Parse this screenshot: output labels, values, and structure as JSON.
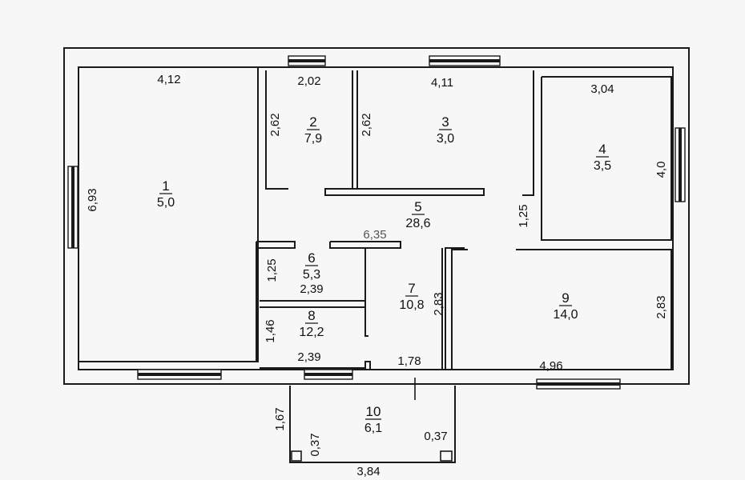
{
  "rooms": [
    {
      "id": "1",
      "area": "5,0"
    },
    {
      "id": "2",
      "area": "7,9"
    },
    {
      "id": "3",
      "area": "3,0"
    },
    {
      "id": "4",
      "area": "3,5"
    },
    {
      "id": "5",
      "area": "28,6"
    },
    {
      "id": "6",
      "area": "5,3"
    },
    {
      "id": "7",
      "area": "10,8"
    },
    {
      "id": "8",
      "area": "12,2"
    },
    {
      "id": "9",
      "area": "14,0"
    },
    {
      "id": "10",
      "area": "6,1"
    }
  ],
  "dimensions": {
    "room5_width": "4,12",
    "room5_height": "6,93",
    "room6_width": "2,02",
    "room6_height": "2,62",
    "room7_width": "4,11",
    "room7_height": "2,62",
    "room8_width": "3,04",
    "room8_height": "4,0",
    "hall_width": "6,35",
    "hall_step": "1,25",
    "room3_height": "1,25",
    "room3_width": "2,39",
    "room4_height": "1,46",
    "room4_width": "2,39",
    "room1_height": "2,83",
    "room1_width": "1,78",
    "room9_width": "4,96",
    "room9_height": "2,83",
    "porch_height": "1,67",
    "porch_width": "3,84",
    "porch_left_step": "0,37",
    "porch_right_step": "0,37"
  }
}
